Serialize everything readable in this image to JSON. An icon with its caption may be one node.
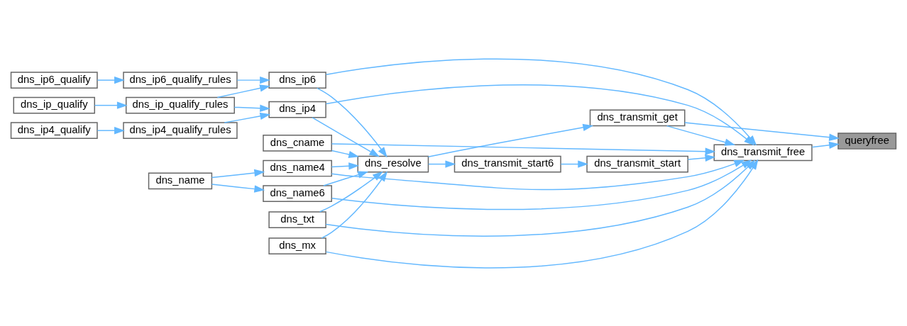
{
  "diagram": {
    "nodes": [
      {
        "text": [
          "queryfree"
        ]
      },
      {
        "text": [
          "dns_transmit_free"
        ]
      },
      {
        "text": [
          "dns_transmit_start"
        ]
      },
      {
        "text": [
          "dns_transmit_get"
        ]
      },
      {
        "text": [
          "dns_transmit_start6"
        ]
      },
      {
        "text": [
          "dns_resolve"
        ]
      },
      {
        "text": [
          "dns_ip6"
        ]
      },
      {
        "text": [
          "dns_ip4"
        ]
      },
      {
        "text": [
          "dns_cname"
        ]
      },
      {
        "text": [
          "dns_txt"
        ]
      },
      {
        "text": [
          "dns_name6"
        ]
      },
      {
        "text": [
          "dns_name4"
        ]
      },
      {
        "text": [
          "dns_mx"
        ]
      },
      {
        "text": [
          "dns_ip6_qualify_rules"
        ]
      },
      {
        "text": [
          "dns_ip_qualify_rules"
        ]
      },
      {
        "text": [
          "dns_ip4_qualify_rules"
        ]
      },
      {
        "text": [
          "dns_name"
        ]
      },
      {
        "text": [
          "dns_ip6_qualify"
        ]
      },
      {
        "text": [
          "dns_ip_qualify"
        ]
      },
      {
        "text": [
          "dns_ip4_qualify"
        ]
      }
    ],
    "edges": [
      {
        "from": 1,
        "to": 0,
        "arrow": "to"
      },
      {
        "from": 3,
        "to": 0,
        "arrow": "to"
      },
      {
        "from": 2,
        "to": 1,
        "arrow": "to"
      },
      {
        "from": 3,
        "to": 1,
        "arrow": "to"
      },
      {
        "from": 6,
        "to": 1,
        "arrow": "to"
      },
      {
        "from": 7,
        "to": 1,
        "arrow": "to"
      },
      {
        "from": 8,
        "to": 1,
        "arrow": "to"
      },
      {
        "from": 9,
        "to": 1,
        "arrow": "to"
      },
      {
        "from": 10,
        "to": 1,
        "arrow": "to"
      },
      {
        "from": 11,
        "to": 1,
        "arrow": "to"
      },
      {
        "from": 12,
        "to": 1,
        "arrow": "to"
      },
      {
        "from": 4,
        "to": 2,
        "arrow": "to"
      },
      {
        "from": 5,
        "to": 4,
        "arrow": "to"
      },
      {
        "from": 5,
        "to": 3,
        "arrow": "to"
      },
      {
        "from": 6,
        "to": 5,
        "arrow": "to"
      },
      {
        "from": 7,
        "to": 5,
        "arrow": "to"
      },
      {
        "from": 8,
        "to": 5,
        "arrow": "to"
      },
      {
        "from": 9,
        "to": 5,
        "arrow": "to"
      },
      {
        "from": 10,
        "to": 5,
        "arrow": "to"
      },
      {
        "from": 11,
        "to": 5,
        "arrow": "to"
      },
      {
        "from": 12,
        "to": 5,
        "arrow": "to"
      },
      {
        "from": 13,
        "to": 6,
        "arrow": "to"
      },
      {
        "from": 14,
        "to": 6,
        "arrow": "to"
      },
      {
        "from": 14,
        "to": 7,
        "arrow": "to"
      },
      {
        "from": 15,
        "to": 7,
        "arrow": "to"
      },
      {
        "from": 17,
        "to": 13,
        "arrow": "to"
      },
      {
        "from": 18,
        "to": 14,
        "arrow": "to"
      },
      {
        "from": 19,
        "to": 15,
        "arrow": "to"
      },
      {
        "from": 16,
        "to": 10,
        "arrow": "to"
      },
      {
        "from": 16,
        "to": 11,
        "arrow": "to"
      }
    ]
  }
}
